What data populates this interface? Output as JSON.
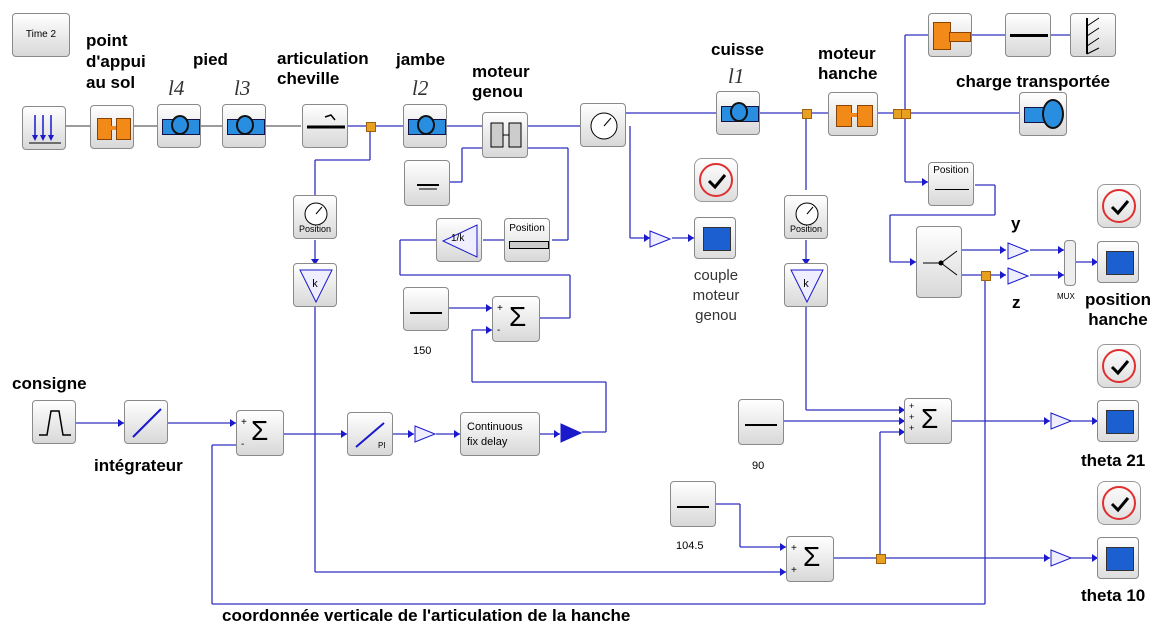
{
  "time_block": "Time 2",
  "labels": {
    "point_appui": "point d'appui au sol",
    "pied": "pied",
    "articulation": "articulation cheville",
    "jambe": "jambe",
    "moteur_genou": "moteur genou",
    "cuisse": "cuisse",
    "moteur_hanche": "moteur hanche",
    "charge": "charge transportée",
    "consigne": "consigne",
    "integrateur": "intégrateur",
    "couple": "couple moteur genou",
    "position_hanche": "position hanche",
    "theta21": "theta 21",
    "theta10": "theta 10",
    "y": "y",
    "z": "z",
    "bottom": "coordonnée verticale de l'articulation de la hanche"
  },
  "italic": {
    "l4": "l4",
    "l3": "l3",
    "l2": "l2",
    "l1": "l1"
  },
  "constants": {
    "c150": "150",
    "c90": "90",
    "c104": "104.5"
  },
  "block_text": {
    "position": "Position",
    "gain_k": "k",
    "inv_k": "1/k",
    "delay": "Continuous fix delay",
    "mux": "MUX",
    "pi": "PI",
    "sum": "Σ"
  },
  "colors": {
    "wire": "#1a1acc",
    "orange": "#f28a1a",
    "blue_body": "#2a8ee0"
  }
}
